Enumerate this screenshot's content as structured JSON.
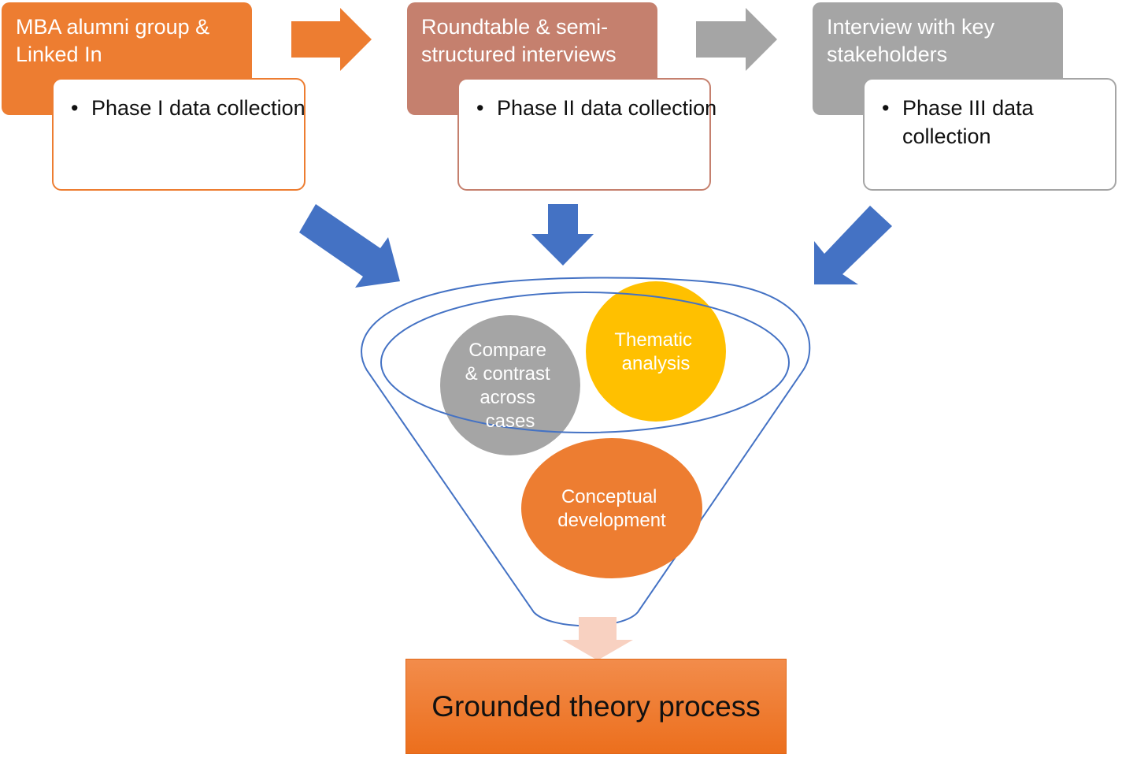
{
  "phases": [
    {
      "source": "MBA alumni group & Linked In",
      "bullet": "Phase I data collection",
      "color": "#ed7d31"
    },
    {
      "source": "Roundtable & semi-structured interviews",
      "bullet": "Phase II data collection",
      "color": "#c5806e"
    },
    {
      "source": "Interview with key stakeholders",
      "bullet": "Phase III data collection",
      "color": "#a5a5a5"
    }
  ],
  "funnel": {
    "compare": [
      "Compare",
      "& contrast",
      "across",
      "cases"
    ],
    "thematic": [
      "Thematic",
      "analysis"
    ],
    "conceptual": [
      "Conceptual",
      "development"
    ]
  },
  "colors": {
    "arrow_blue": "#4472c4",
    "funnel_line": "#4472c4",
    "compare_circle": "#a5a5a5",
    "thematic_circle": "#ffc000",
    "conceptual_circle": "#ed7d31",
    "output_arrow": "#f8d1c1"
  },
  "result": "Grounded theory process"
}
